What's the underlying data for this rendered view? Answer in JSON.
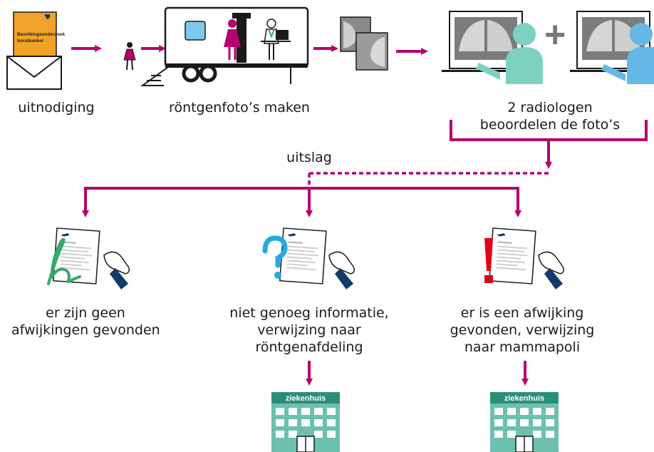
{
  "colors": {
    "flow": "#b5006e",
    "envelope_orange": "#f2a12a",
    "radiologist_teal": "#7ed1c1",
    "radiologist_blue": "#65b8e5",
    "building_green": "#6cc0ad",
    "question_blue": "#25a9e0",
    "exclaim_red": "#e3001b",
    "signature_green": "#38a86b",
    "text": "#1a1a1a"
  },
  "steps": {
    "invitation": "uitnodiging",
    "xray": "röntgenfoto’s maken",
    "radiologists": [
      "2 radiologen",
      "beoordelen de foto’s"
    ]
  },
  "letter_text": [
    "Bevolkingsonderzoek",
    "borstkanker"
  ],
  "plus_symbol": "+",
  "result_label": "uitslag",
  "outcomes": {
    "none": [
      "er zijn geen",
      "afwijkingen gevonden"
    ],
    "insufficient": [
      "niet genoeg informatie,",
      "verwijzing naar",
      "röntgenafdeling"
    ],
    "abnormality": [
      "er is een afwijking",
      "gevonden, verwijzing",
      "naar mammapoli"
    ]
  },
  "hospital_label": "ziekenhuis",
  "icons": [
    "envelope-icon",
    "woman-icon",
    "mobile-screening-unit-icon",
    "xray-images-icon",
    "radiologist-icon",
    "letter-icon",
    "hand-icon",
    "signature-icon",
    "question-mark-icon",
    "exclamation-mark-icon",
    "hospital-icon"
  ]
}
